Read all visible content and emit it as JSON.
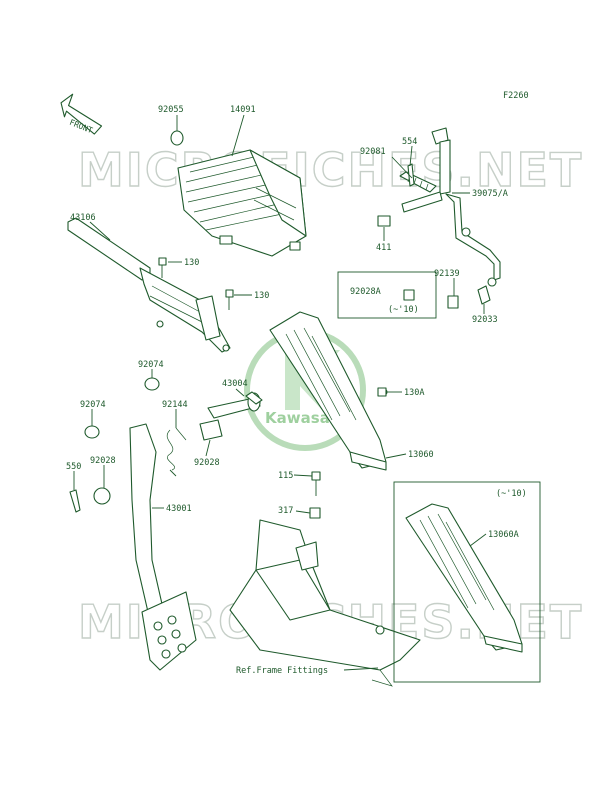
{
  "figure_code": "F2260",
  "front_label": "FRONT",
  "watermark_text": "MICROFICHES.NET",
  "logo_text": "Kawasaki",
  "note_label": "(~'10)",
  "reference_label": "Ref.Frame Fittings",
  "colors": {
    "line": "#1f5a2c",
    "watermark": "#c6cfc8",
    "logo": "#b9dcb9"
  },
  "part_labels": {
    "p92055": "92055",
    "p14091": "14091",
    "p92081": "92081",
    "p554": "554",
    "p39075a": "39075/A",
    "p43106": "43106",
    "p411": "411",
    "p130_a": "130",
    "p130_b": "130",
    "p92139": "92139",
    "p92028a": "92028A",
    "p92033": "92033",
    "p92074_a": "92074",
    "p43004": "43004",
    "p130a": "130A",
    "p92074_b": "92074",
    "p92144": "92144",
    "p550": "550",
    "p92028_a": "92028",
    "p92028_b": "92028",
    "p13060": "13060",
    "p115": "115",
    "p43001": "43001",
    "p317": "317",
    "p13060a": "13060A"
  }
}
